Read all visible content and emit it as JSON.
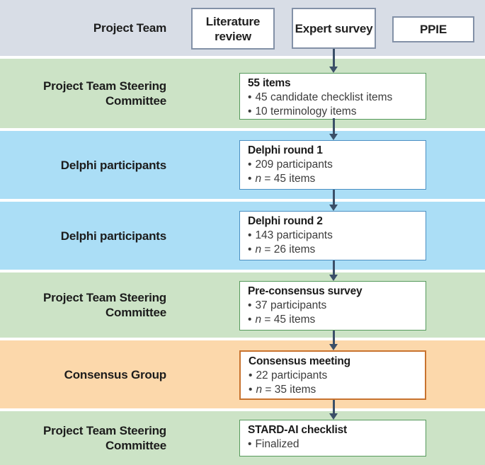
{
  "glyphs": {
    "bullet": "•"
  },
  "colors": {
    "band_gray": "#d8dde6",
    "band_green": "#cce3c6",
    "band_blue": "#abdef6",
    "band_orange": "#fcd8ab",
    "arrow": "#3b4f68",
    "top_box_border": "#8391a7",
    "green_box_border": "#569a5c",
    "blue_box_border": "#4a8fc2",
    "orange_box_border": "#c8732f"
  },
  "rows": [
    {
      "label_lines": [
        "Project Team"
      ],
      "band": "gray",
      "boxes": [
        {
          "title": "Literature review"
        },
        {
          "title": "Expert survey"
        },
        {
          "title": "PPIE"
        }
      ]
    },
    {
      "label_lines": [
        "Project Team Steering",
        "Committee"
      ],
      "band": "green",
      "box": {
        "title": "55 items",
        "bullets": [
          {
            "italic": "",
            "rest": "45 candidate checklist items"
          },
          {
            "italic": "",
            "rest": "10 terminology items"
          }
        ]
      }
    },
    {
      "label_lines": [
        "Delphi participants"
      ],
      "band": "blue",
      "box": {
        "title": "Delphi round 1",
        "bullets": [
          {
            "italic": "",
            "rest": "209 participants"
          },
          {
            "italic": "n",
            "rest": " = 45 items"
          }
        ]
      }
    },
    {
      "label_lines": [
        "Delphi participants"
      ],
      "band": "blue",
      "box": {
        "title": "Delphi round 2",
        "bullets": [
          {
            "italic": "",
            "rest": "143 participants"
          },
          {
            "italic": "n",
            "rest": " = 26 items"
          }
        ]
      }
    },
    {
      "label_lines": [
        "Project Team Steering",
        "Committee"
      ],
      "band": "green",
      "box": {
        "title": "Pre-consensus survey",
        "bullets": [
          {
            "italic": "",
            "rest": "37 participants"
          },
          {
            "italic": "n",
            "rest": " = 45 items"
          }
        ]
      }
    },
    {
      "label_lines": [
        "Consensus Group"
      ],
      "band": "orange",
      "box": {
        "title": "Consensus meeting",
        "bullets": [
          {
            "italic": "",
            "rest": "22 participants"
          },
          {
            "italic": "n",
            "rest": " = 35 items"
          }
        ]
      }
    },
    {
      "label_lines": [
        "Project Team Steering",
        "Committee"
      ],
      "band": "green",
      "box": {
        "title": "STARD-AI checklist",
        "bullets": [
          {
            "italic": "",
            "rest": "Finalized"
          }
        ]
      }
    }
  ]
}
